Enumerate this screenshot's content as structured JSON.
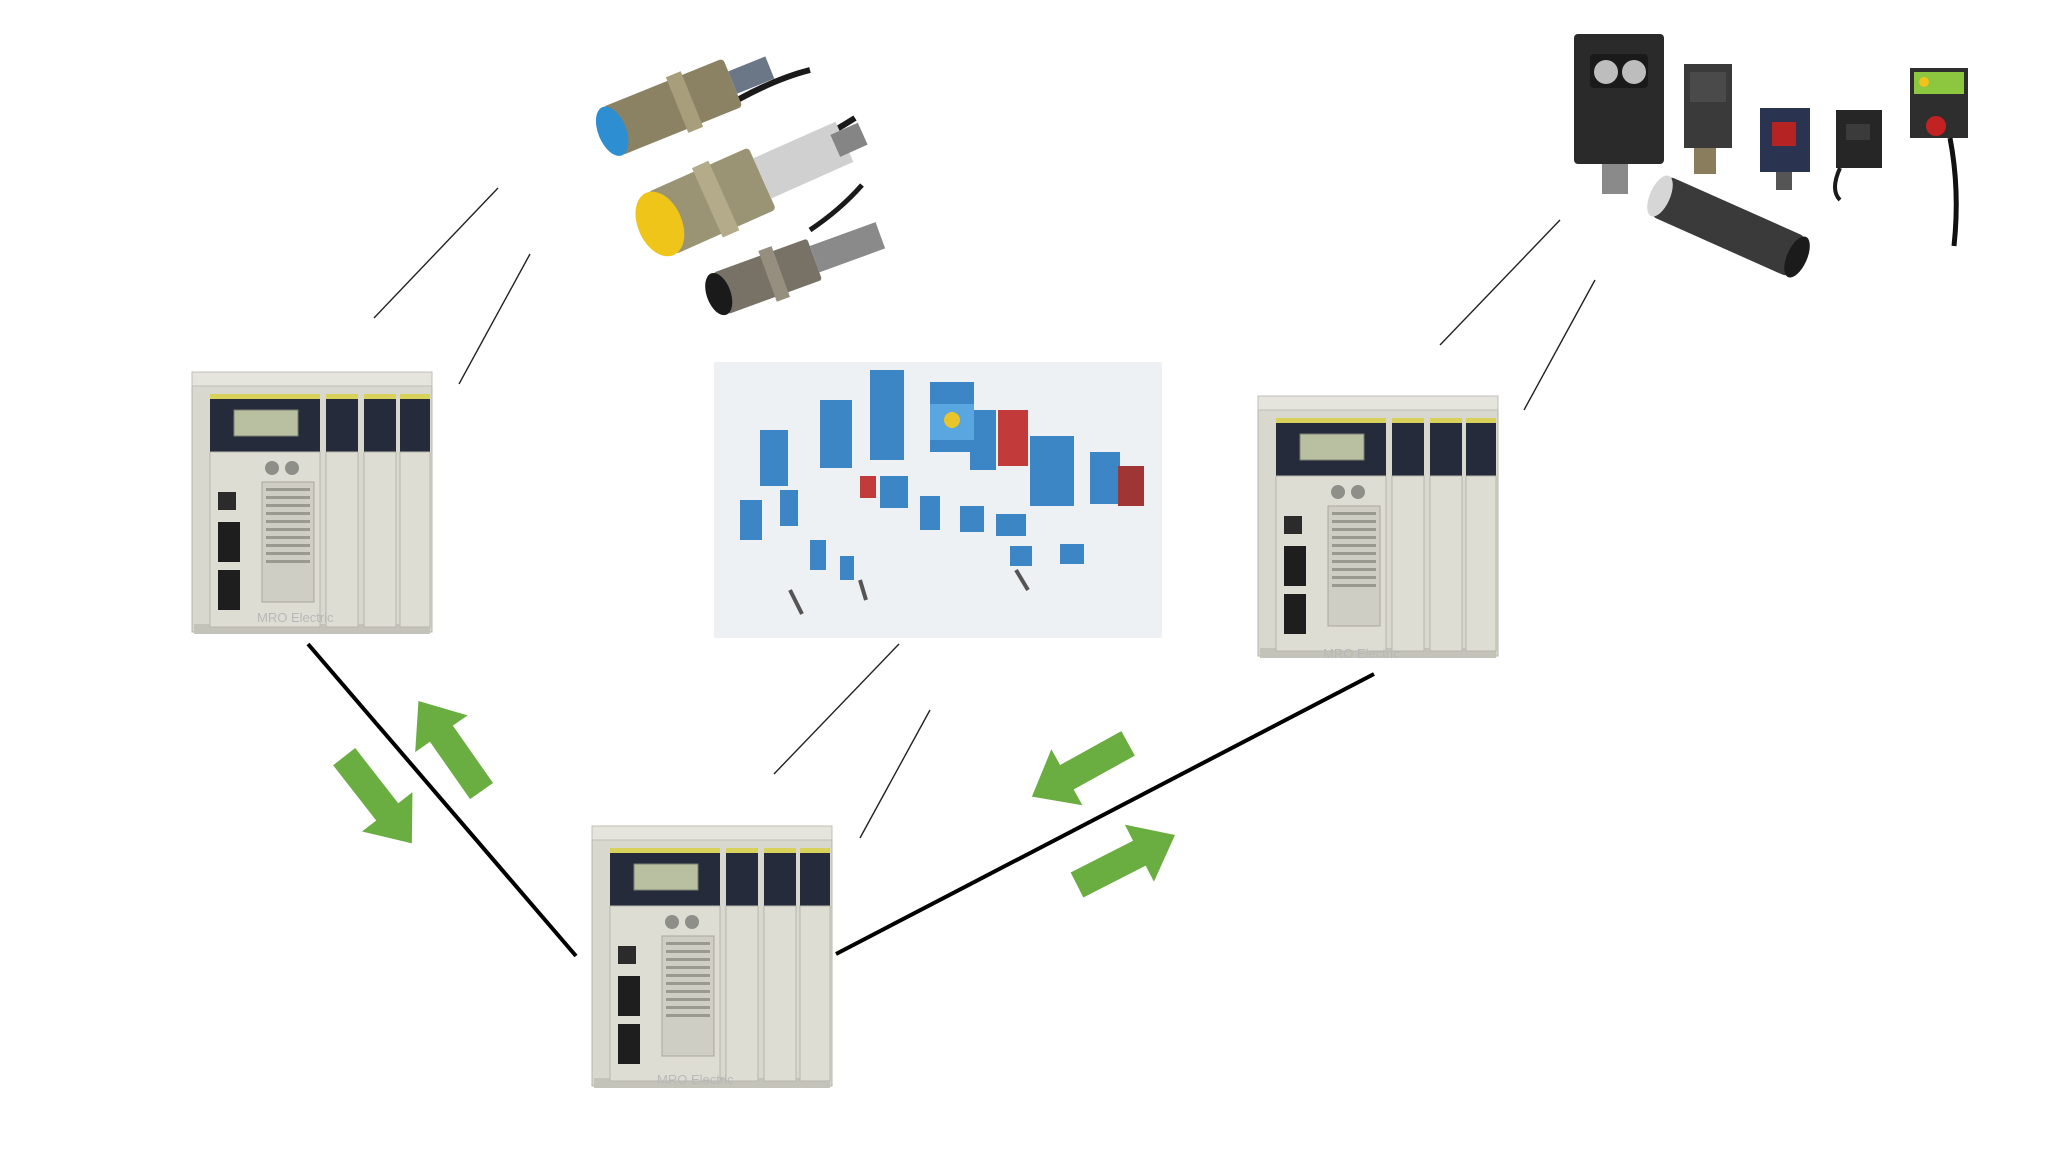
{
  "diagram": {
    "kind": "plc-network-with-sensors",
    "nodes": [
      {
        "id": "plc-left",
        "device": "plc-rack",
        "watermark": "MRO Electric"
      },
      {
        "id": "plc-right",
        "device": "plc-rack",
        "watermark": "MRO Electric"
      },
      {
        "id": "plc-bottom",
        "device": "plc-rack",
        "watermark": "MRO Electric"
      }
    ],
    "sensor_groups": [
      {
        "id": "sensors-inductive",
        "depicts": "cylindrical proximity sensors"
      },
      {
        "id": "sensors-photoelectric",
        "depicts": "blue photoelectric sensors"
      },
      {
        "id": "sensors-industrial",
        "depicts": "black photoelectric / vision sensors"
      }
    ],
    "links": [
      {
        "from": "plc-left",
        "to": "plc-bottom",
        "style": "solid-black"
      },
      {
        "from": "plc-right",
        "to": "plc-bottom",
        "style": "solid-black"
      },
      {
        "from": "plc-left",
        "to": "sensors-inductive",
        "style": "thin-double"
      },
      {
        "from": "plc-right",
        "to": "sensors-industrial",
        "style": "thin-double"
      },
      {
        "from": "plc-bottom",
        "to": "sensors-photoelectric",
        "style": "thin-double"
      }
    ],
    "arrow_color": "#6aad40",
    "link_color": "#000000",
    "thin_link_color": "#222222"
  }
}
